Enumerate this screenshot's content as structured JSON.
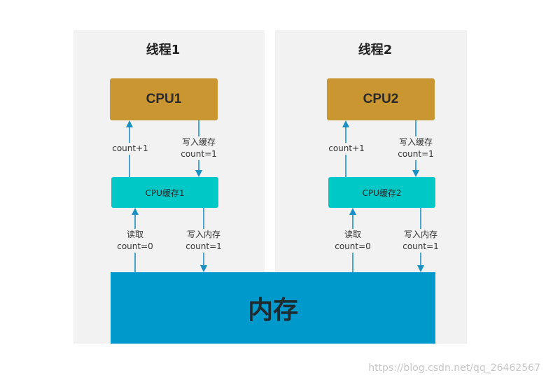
{
  "threads": [
    {
      "title": "线程1",
      "cpu": "CPU1",
      "cache": "CPU缓存1",
      "up_cpu_label": "count+1",
      "down_cpu_label": [
        "写入缓存",
        "count=1"
      ],
      "up_mem_label": [
        "读取",
        "count=0"
      ],
      "down_mem_label": [
        "写入内存",
        "count=1"
      ]
    },
    {
      "title": "线程2",
      "cpu": "CPU2",
      "cache": "CPU缓存2",
      "up_cpu_label": "count+1",
      "down_cpu_label": [
        "写入缓存",
        "count=1"
      ],
      "up_mem_label": [
        "读取",
        "count=0"
      ],
      "down_mem_label": [
        "写入内存",
        "count=1"
      ]
    }
  ],
  "memory": "内存",
  "watermark": "https://blog.csdn.net/qq_26462567",
  "colors": {
    "panel": "#f2f2f2",
    "cpu": "#c99632",
    "cache": "#00c8c6",
    "memory": "#0099cc",
    "arrow": "#1a8fc4"
  }
}
